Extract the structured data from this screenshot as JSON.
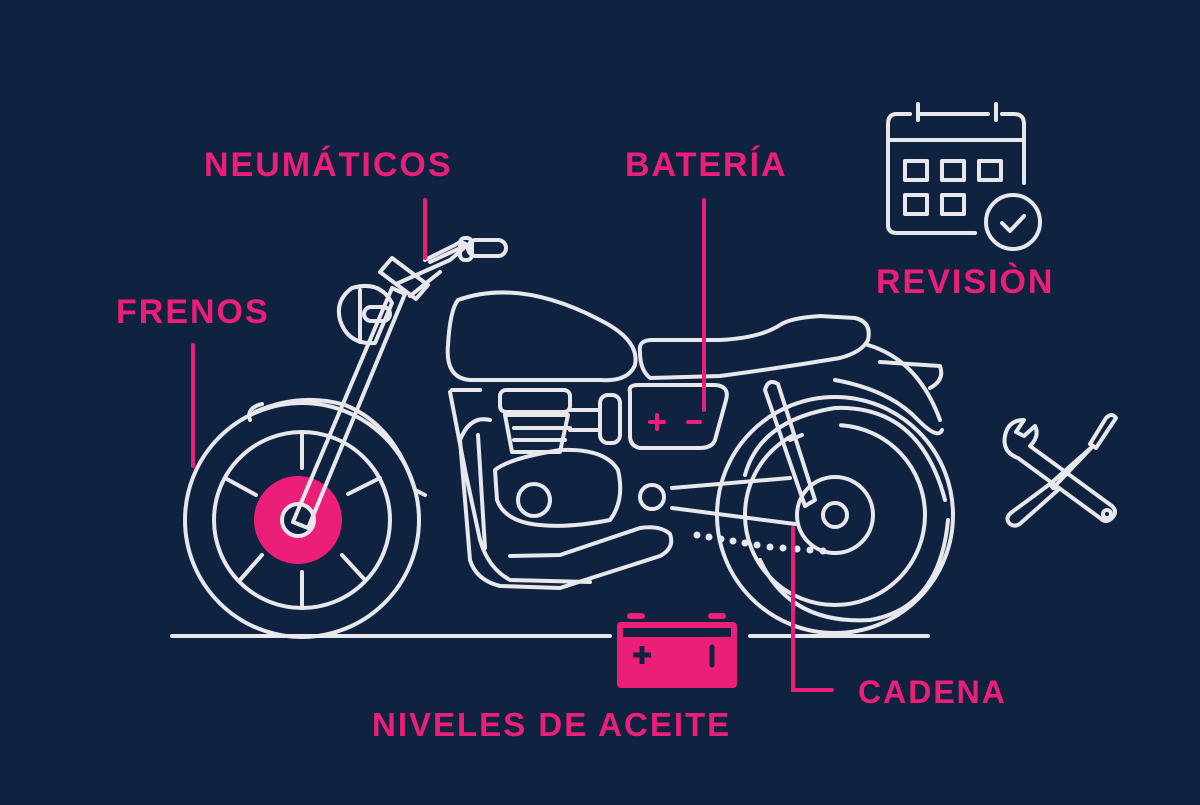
{
  "diagram": {
    "subject": "motorcycle maintenance checklist",
    "colors": {
      "background": "#0f2340",
      "accent": "#ec1f78",
      "line": "#e8e8ec"
    },
    "labels": {
      "neumaticos": "NEUMÁTICOS",
      "frenos": "FRENOS",
      "bateria": "BATERÍA",
      "revision": "REVISIÒN",
      "cadena": "CADENA",
      "aceite": "NIVELES DE ACEITE"
    },
    "icons": {
      "motorcycle": "motorcycle-line-icon",
      "calendar": "calendar-check-icon",
      "tools": "wrench-screwdriver-icon",
      "battery": "battery-icon",
      "battery_on_bike": "battery-terminals-icon",
      "brake_disc": "brake-disc-icon"
    },
    "battery_symbols": {
      "plus": "+",
      "minus": "−"
    }
  }
}
